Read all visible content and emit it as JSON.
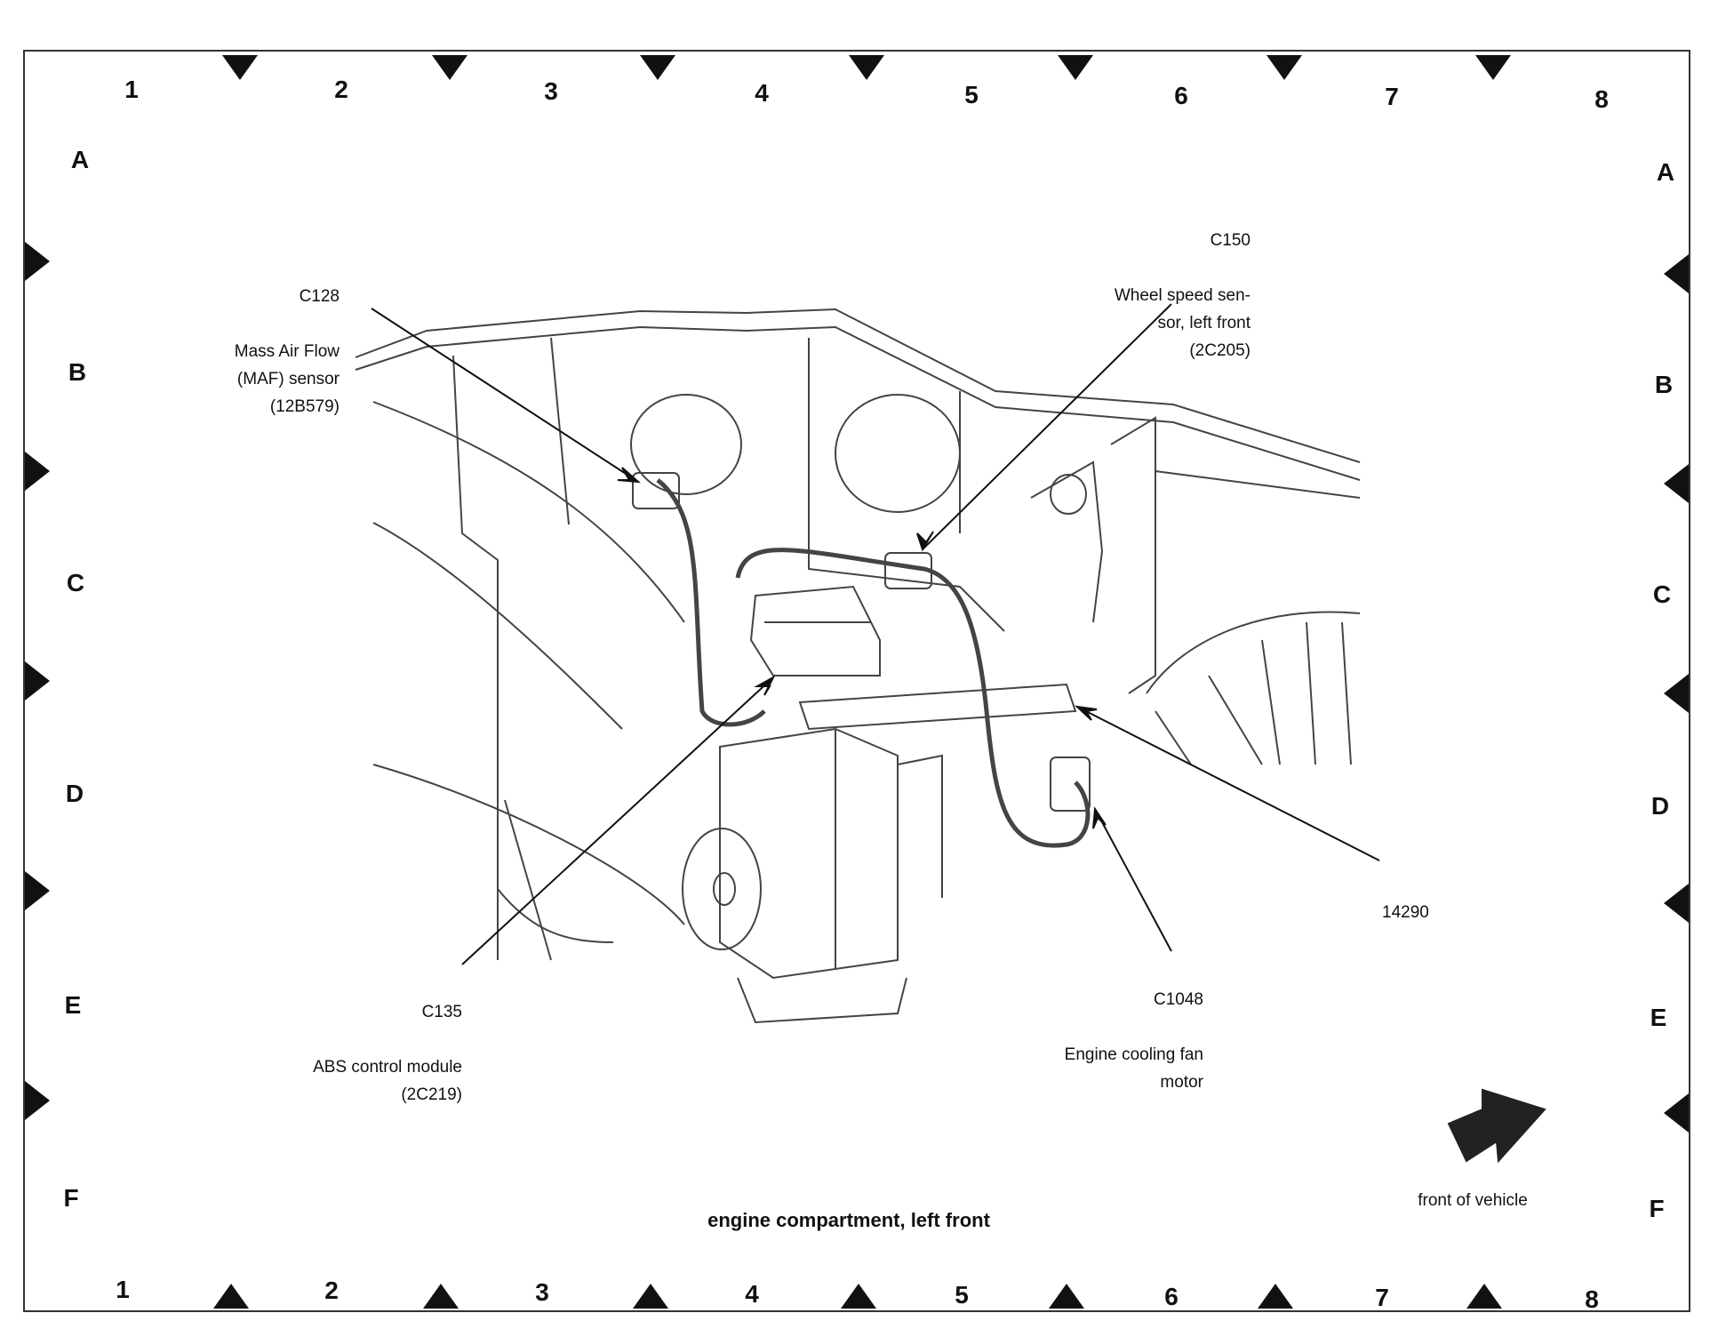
{
  "grid": {
    "columns": [
      "1",
      "2",
      "3",
      "4",
      "5",
      "6",
      "7",
      "8"
    ],
    "rows": [
      "A",
      "B",
      "C",
      "D",
      "E",
      "F"
    ]
  },
  "callouts": {
    "c128": {
      "id": "C128",
      "desc": "Mass Air Flow\n(MAF) sensor\n(12B579)"
    },
    "c150": {
      "id": "C150",
      "desc": "Wheel speed sen-\nsor, left front\n(2C205)"
    },
    "c135": {
      "id": "C135",
      "desc": "ABS control module\n(2C219)"
    },
    "c1048": {
      "id": "C1048",
      "desc": "Engine cooling fan\nmotor"
    },
    "harness": {
      "id": "14290"
    }
  },
  "caption": "engine compartment, left front",
  "orientation": {
    "label": "front of vehicle",
    "icon": "arrow-icon"
  },
  "colors": {
    "ink": "#111111",
    "line": "#444444"
  }
}
